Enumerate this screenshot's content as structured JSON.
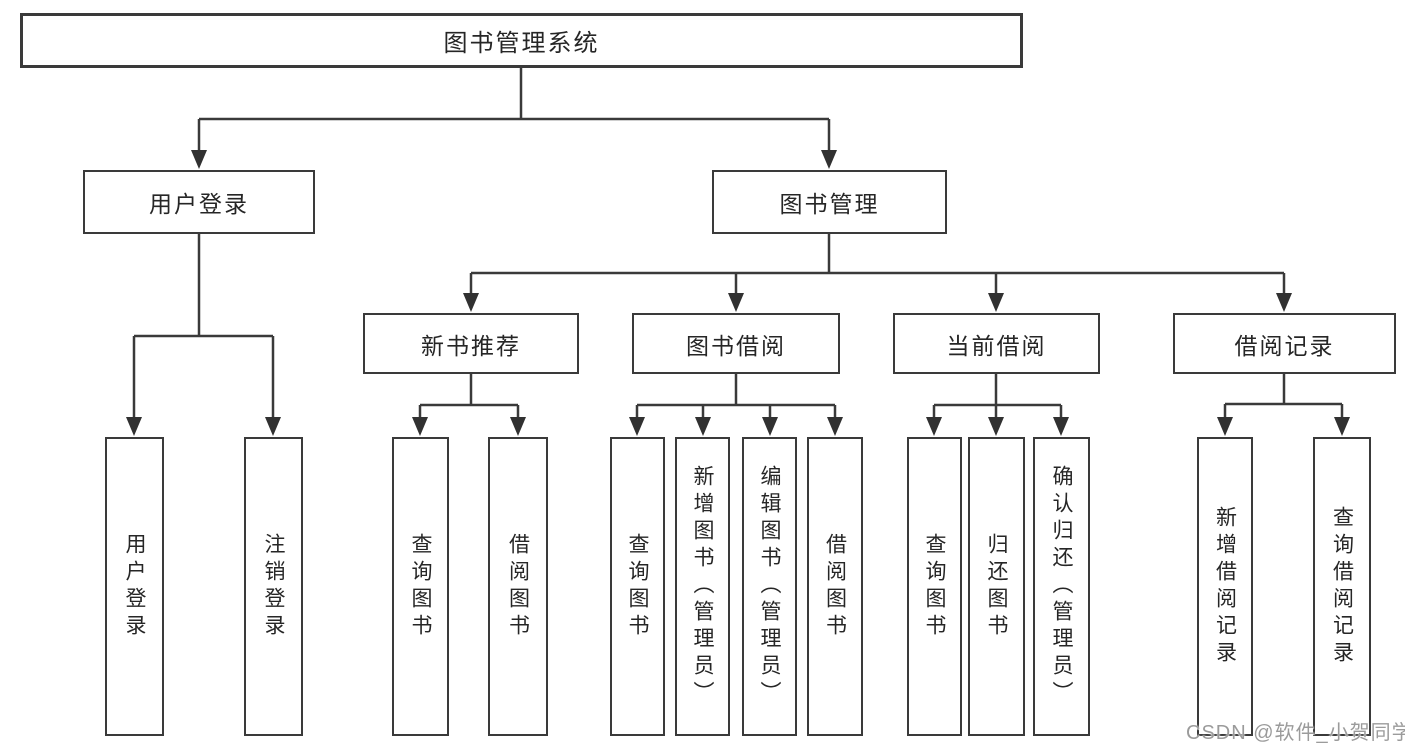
{
  "diagram": {
    "title": "图书管理系统",
    "level2": {
      "user_login": "用户登录",
      "book_management": "图书管理"
    },
    "level3": {
      "new_book_recommend": "新书推荐",
      "book_borrow": "图书借阅",
      "current_borrow": "当前借阅",
      "borrow_records": "借阅记录"
    },
    "leaves": {
      "user_login_login": "用户登录",
      "user_login_logout": "注销登录",
      "newbook_query": "查询图书",
      "newbook_borrow": "借阅图书",
      "borrow_query": "查询图书",
      "borrow_add": "新增图书（管理员）",
      "borrow_edit": "编辑图书（管理员）",
      "borrow_borrow": "借阅图书",
      "current_query": "查询图书",
      "current_return": "归还图书",
      "current_confirm": "确认归还（管理员）",
      "records_add": "新增借阅记录",
      "records_query": "查询借阅记录"
    }
  },
  "watermark": "CSDN @软件_小贺同学",
  "colors": {
    "line": "#3a3a3a",
    "text": "#262626",
    "watermark": "#9b9b9b",
    "background": "#ffffff"
  }
}
